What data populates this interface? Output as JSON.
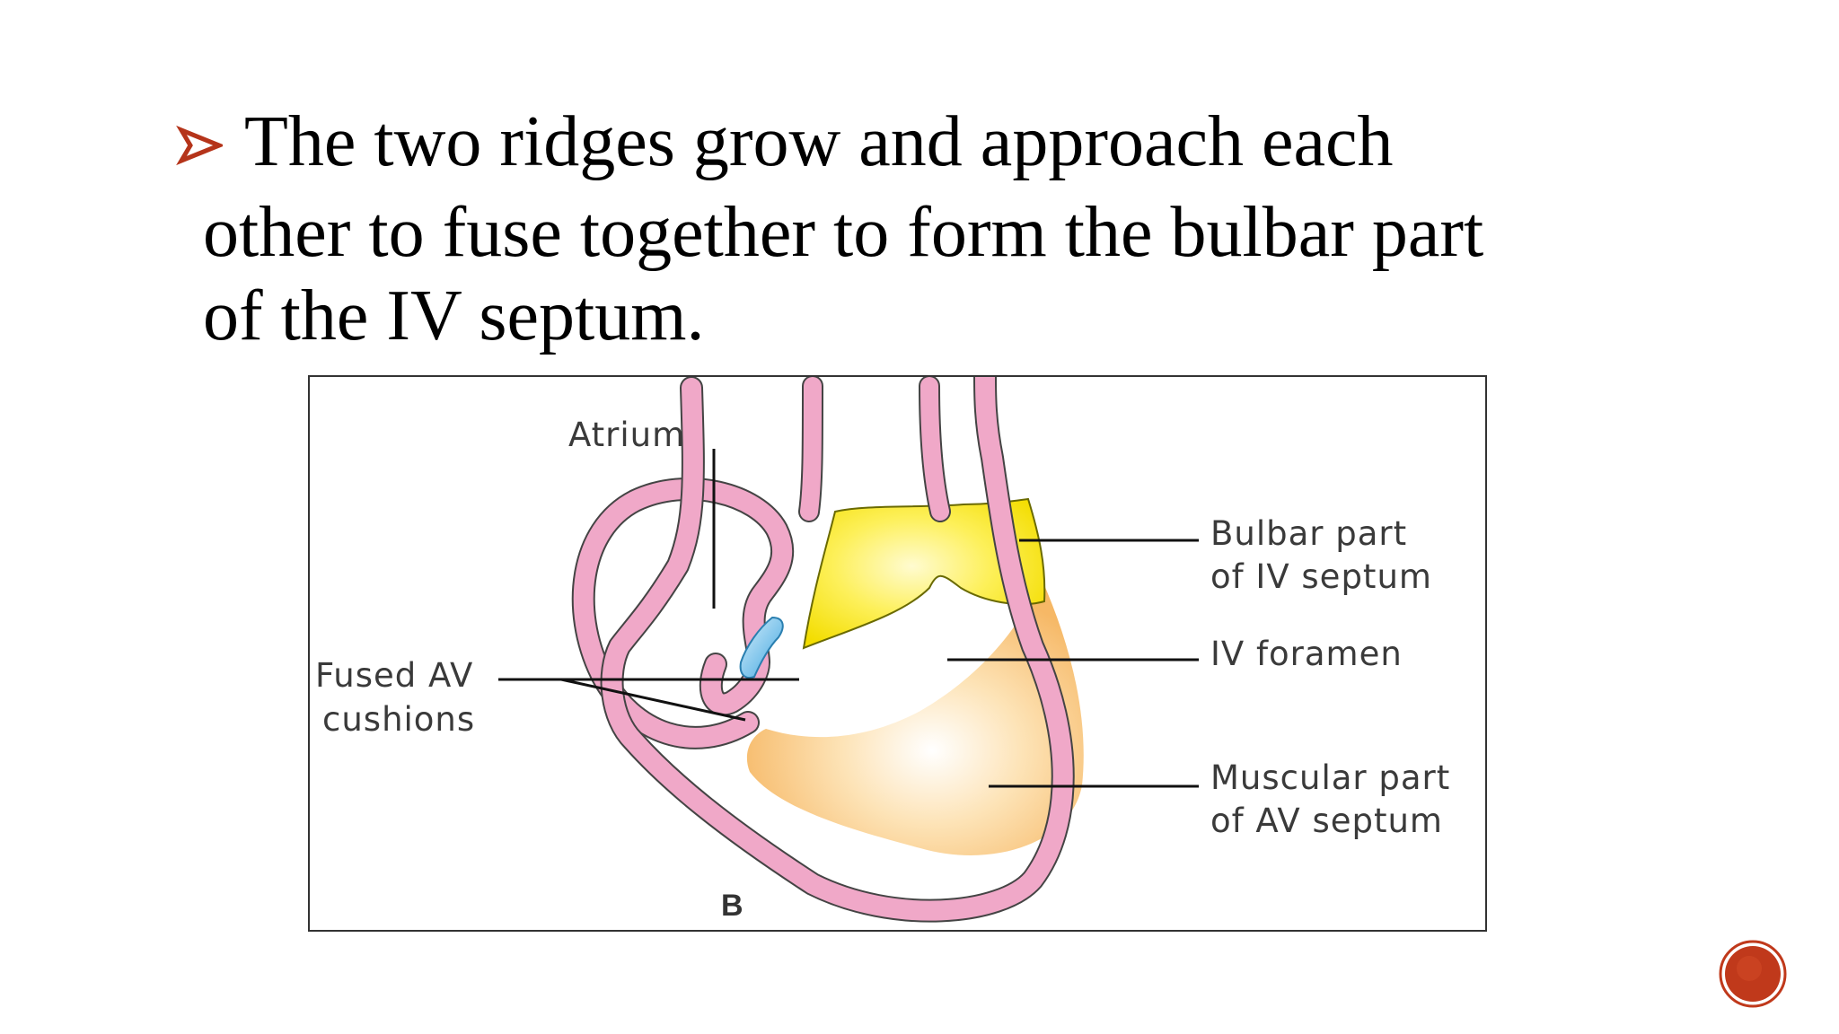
{
  "slide": {
    "bullet_lines": [
      "The two ridges grow and approach each",
      "other to fuse together to form the bulbar part",
      "of the IV septum."
    ]
  },
  "figure": {
    "labels": {
      "atrium": "Atrium",
      "bulbar_line1": "Bulbar part",
      "bulbar_line2": "of IV septum",
      "iv_foramen": "IV foramen",
      "muscular_line1": "Muscular part",
      "muscular_line2": "of AV septum",
      "fused_line1": "Fused AV",
      "fused_line2": "cushions",
      "panel_letter": "B"
    },
    "colors": {
      "heart_wall": "#f0a8c8",
      "bulbar_septum": "#fbe800",
      "muscular_septum": "#f9c87a",
      "av_cushions": "#5bb8e8",
      "bullet_arrow": "#b5341a",
      "nav_button": "#c0391b"
    }
  }
}
